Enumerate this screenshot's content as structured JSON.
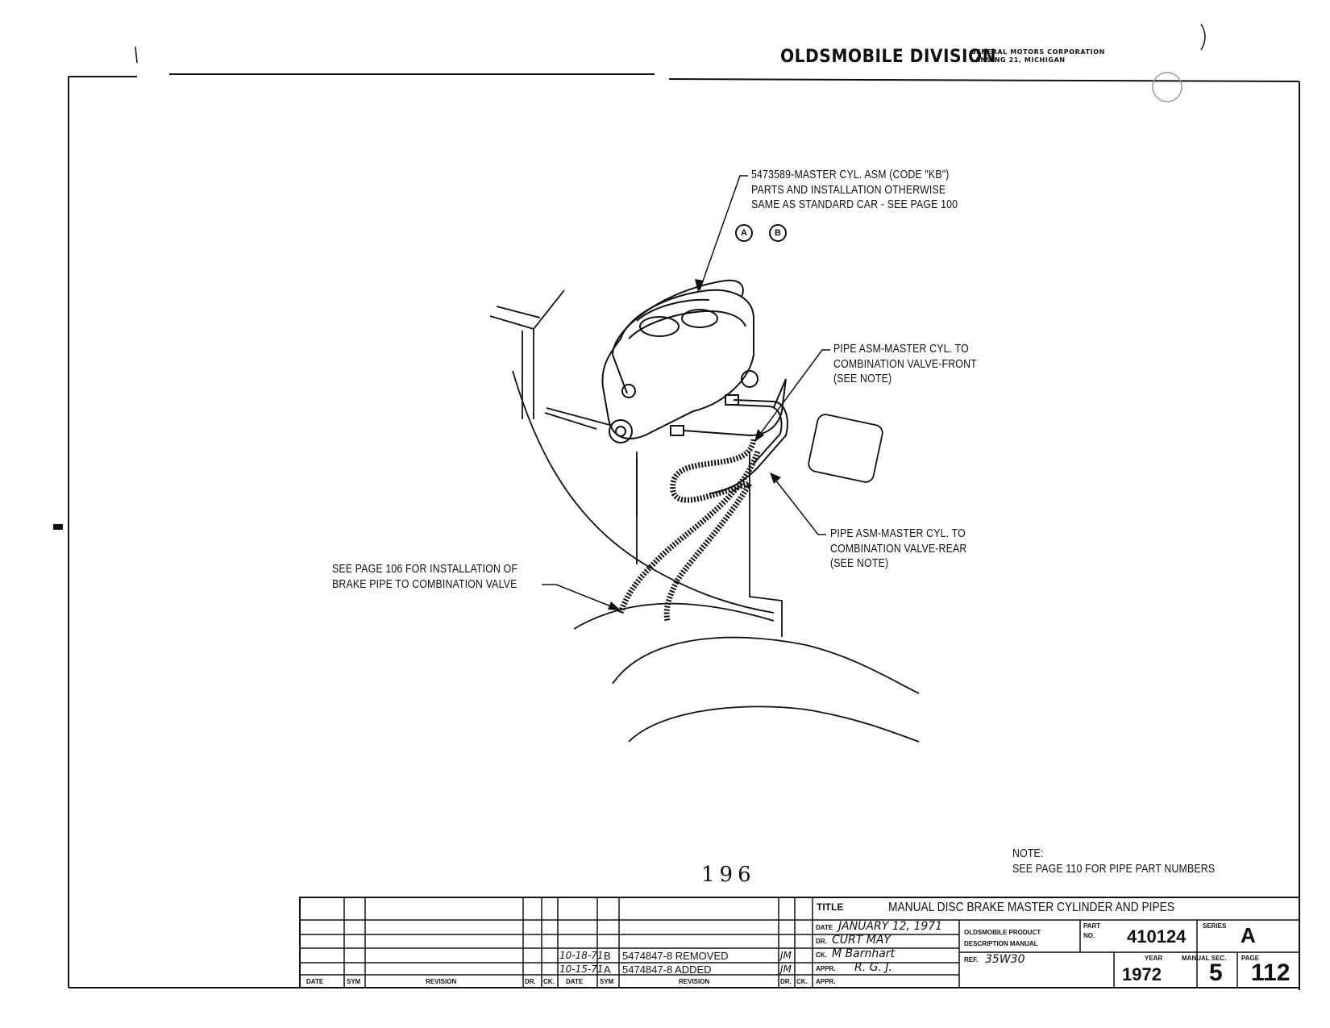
{
  "header": {
    "division": "OLDSMOBILE DIVISION",
    "corp_line1": "GENERAL MOTORS CORPORATION",
    "corp_line2": "LANSING 21, MICHIGAN"
  },
  "callouts": {
    "master_cyl": [
      "5473589-MASTER CYL. ASM (CODE \"KB\")",
      "PARTS AND INSTALLATION OTHERWISE",
      "SAME AS STANDARD CAR - SEE PAGE 100"
    ],
    "marker_a": "A",
    "marker_b": "B",
    "pipe_front": [
      "PIPE ASM-MASTER CYL. TO",
      "COMBINATION VALVE-FRONT",
      "(SEE NOTE)"
    ],
    "pipe_rear": [
      "PIPE ASM-MASTER CYL. TO",
      "COMBINATION VALVE-REAR",
      "(SEE NOTE)"
    ],
    "see_page": [
      "SEE PAGE 106 FOR INSTALLATION OF",
      "BRAKE PIPE TO COMBINATION VALVE"
    ]
  },
  "note": {
    "label": "NOTE:",
    "text": "SEE PAGE 110 FOR PIPE PART NUMBERS"
  },
  "page_stamp": "196",
  "revisions": {
    "headers": {
      "date": "DATE",
      "sym": "SYM",
      "revision": "REVISION",
      "dr": "DR.",
      "ck": "CK."
    },
    "rows": [
      {
        "date": "10-18-71",
        "sym": "B",
        "revision": "5474847-8 REMOVED",
        "dr": "JM"
      },
      {
        "date": "10-15-71",
        "sym": "A",
        "revision": "5474847-8 ADDED",
        "dr": "JM"
      }
    ]
  },
  "title_block": {
    "title_label": "TITLE",
    "title": "MANUAL DISC BRAKE MASTER CYLINDER AND PIPES",
    "date_label": "DATE",
    "date": "JANUARY 12, 1971",
    "dr_label": "DR.",
    "drawn_by": "CURT MAY",
    "ck_label": "CK.",
    "checked_by": "M Barnhart",
    "appr_label": "APPR.",
    "approved_by": "R. G. J.",
    "appr2_label": "APPR.",
    "product_line1": "OLDSMOBILE PRODUCT",
    "product_line2": "DESCRIPTION MANUAL",
    "ref_label": "REF.",
    "ref": "35W30",
    "part_label1": "PART",
    "part_label2": "NO.",
    "part_no": "410124",
    "series_label": "SERIES",
    "series": "A",
    "year_label": "YEAR",
    "year": "1972",
    "manual_sec_label": "MANUAL SEC.",
    "manual_sec": "5",
    "page_label": "PAGE",
    "page": "112"
  }
}
